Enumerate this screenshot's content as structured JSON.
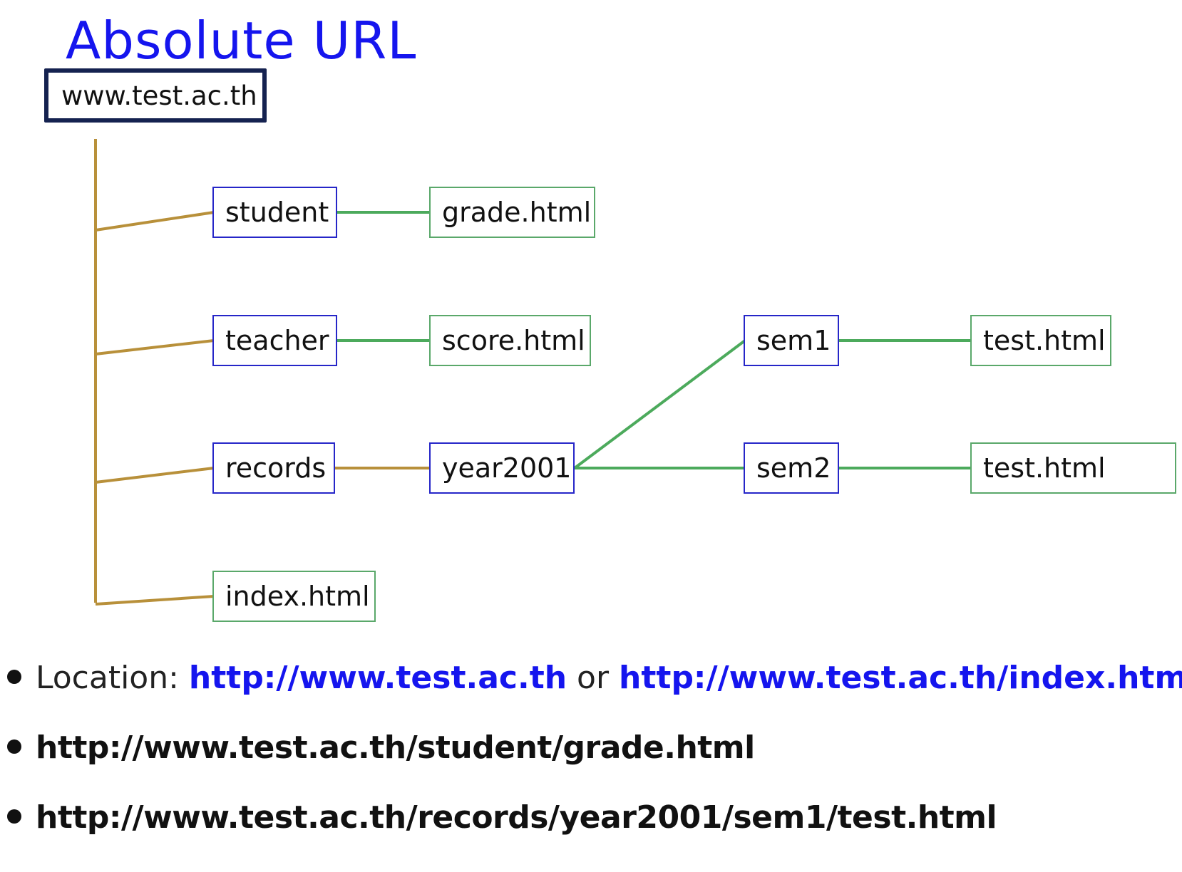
{
  "title": "Absolute URL",
  "root": "www.test.ac.th",
  "tree": {
    "student": "student",
    "grade": "grade.html",
    "teacher": "teacher",
    "score": "score.html",
    "records": "records",
    "year2001": "year2001",
    "sem1": "sem1",
    "sem2": "sem2",
    "test1": "test.html",
    "test2": "test.html",
    "index": "index.html"
  },
  "colors": {
    "title": "#1515ee",
    "folder_border": "#2626c8",
    "file_border": "#5aa86a",
    "root_border": "#152250",
    "folder_connector": "#b8903a",
    "file_connector": "#4caa5c",
    "link": "#1515ee"
  },
  "bullets": {
    "location_label": "Location: ",
    "link1": "http://www.test.ac.th",
    "or_word": " or ",
    "link2": "http://www.test.ac.th/index.html",
    "example1": "http://www.test.ac.th/student/grade.html",
    "example2": "http://www.test.ac.th/records/year2001/sem1/test.html"
  }
}
